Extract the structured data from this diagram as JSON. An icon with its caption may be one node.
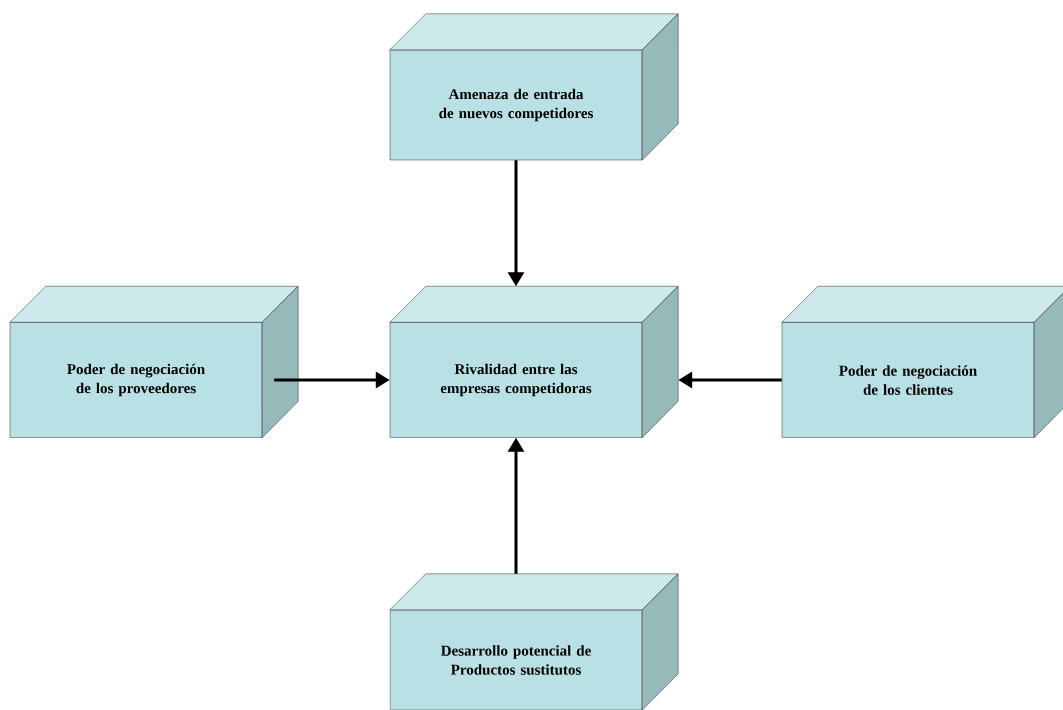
{
  "diagram": {
    "nodes": [
      {
        "text": [
          "Amenaza de entrada de nuevos competidores"
        ]
      },
      {
        "text": [
          "Poder de negociación de los proveedores"
        ]
      },
      {
        "text": [
          "Rivalidad entre las empresas competidoras"
        ]
      },
      {
        "text": [
          "Poder de negociación de los clientes"
        ]
      },
      {
        "text": [
          "Desarrollo potencial de Productos sustitutos"
        ]
      }
    ],
    "edges": [
      {
        "from": 0,
        "to": 2,
        "arrow": "to"
      },
      {
        "from": 1,
        "to": 2,
        "arrow": "to"
      },
      {
        "from": 3,
        "to": 2,
        "arrow": "to"
      },
      {
        "from": 4,
        "to": 2,
        "arrow": "to"
      }
    ]
  }
}
